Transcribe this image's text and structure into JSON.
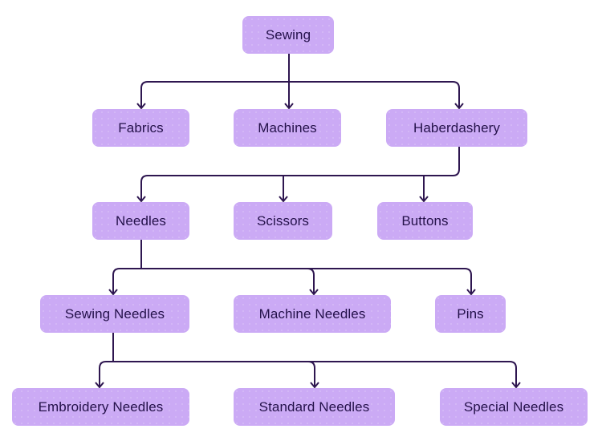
{
  "diagram": {
    "type": "tree",
    "colors": {
      "node_fill": "#cbaaf5",
      "text": "#24114a",
      "edge": "#2e1650"
    },
    "nodes": [
      {
        "id": "sewing",
        "label": "Sewing",
        "parent": null
      },
      {
        "id": "fabrics",
        "label": "Fabrics",
        "parent": "sewing"
      },
      {
        "id": "machines",
        "label": "Machines",
        "parent": "sewing"
      },
      {
        "id": "haberdashery",
        "label": "Haberdashery",
        "parent": "sewing"
      },
      {
        "id": "needles",
        "label": "Needles",
        "parent": "haberdashery"
      },
      {
        "id": "scissors",
        "label": "Scissors",
        "parent": "haberdashery"
      },
      {
        "id": "buttons",
        "label": "Buttons",
        "parent": "haberdashery"
      },
      {
        "id": "sewing-needles",
        "label": "Sewing Needles",
        "parent": "needles"
      },
      {
        "id": "machine-needles",
        "label": "Machine Needles",
        "parent": "needles"
      },
      {
        "id": "pins",
        "label": "Pins",
        "parent": "needles"
      },
      {
        "id": "embroidery-needles",
        "label": "Embroidery Needles",
        "parent": "sewing-needles"
      },
      {
        "id": "standard-needles",
        "label": "Standard Needles",
        "parent": "sewing-needles"
      },
      {
        "id": "special-needles",
        "label": "Special Needles",
        "parent": "sewing-needles"
      }
    ]
  }
}
